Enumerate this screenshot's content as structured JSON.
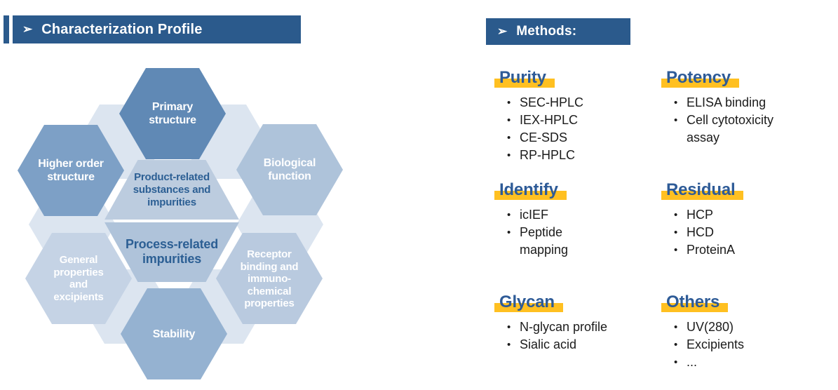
{
  "left_panel": {
    "title": "Characterization Profile",
    "arrow": "➢"
  },
  "methods_panel": {
    "title": "Methods:",
    "arrow": "➢",
    "bullet_char": "•",
    "accent_color": "#FFC021",
    "heading_color": "#2E5B97",
    "groups": [
      {
        "heading": "Purity",
        "items": [
          "SEC-HPLC",
          "IEX-HPLC",
          "CE-SDS",
          "RP-HPLC"
        ]
      },
      {
        "heading": "Potency",
        "items": [
          "ELISA binding",
          "Cell cytotoxicity\nassay"
        ]
      },
      {
        "heading": "Identify",
        "items": [
          "icIEF",
          "Peptide\nmapping"
        ]
      },
      {
        "heading": "Residual",
        "items": [
          "HCP",
          "HCD",
          "ProteinA"
        ]
      },
      {
        "heading": "Glycan",
        "items": [
          "N-glycan profile",
          "Sialic acid"
        ]
      },
      {
        "heading": "Others",
        "items": [
          "UV(280)",
          "Excipients",
          "..."
        ]
      }
    ]
  },
  "diagram": {
    "bg_hex_fill": "#DCE5F0",
    "title_bar_color": "#2B5A8C",
    "center_text_color": "#2C5F94",
    "hexagons": {
      "primary": {
        "label": "Primary\nstructure",
        "fill": "#6089B5"
      },
      "higher_order": {
        "label": "Higher order\nstructure",
        "fill": "#7DA0C6"
      },
      "biological": {
        "label": "Biological\nfunction",
        "fill": "#AEC3DA"
      },
      "general": {
        "label": "General\nproperties\nand\nexcipients",
        "fill": "#C5D3E5"
      },
      "receptor": {
        "label": "Receptor\nbinding and\nimmuno-\nchemical\nproperties",
        "fill": "#B9CADF"
      },
      "stability": {
        "label": "Stability",
        "fill": "#95B2D1"
      },
      "center_top": {
        "label": "Product-related\nsubstances and\nimpurities",
        "fill": "#BCCCDF"
      },
      "center_bottom": {
        "label": "Process-related\nimpurities",
        "fill": "#AFC3DA"
      }
    }
  }
}
